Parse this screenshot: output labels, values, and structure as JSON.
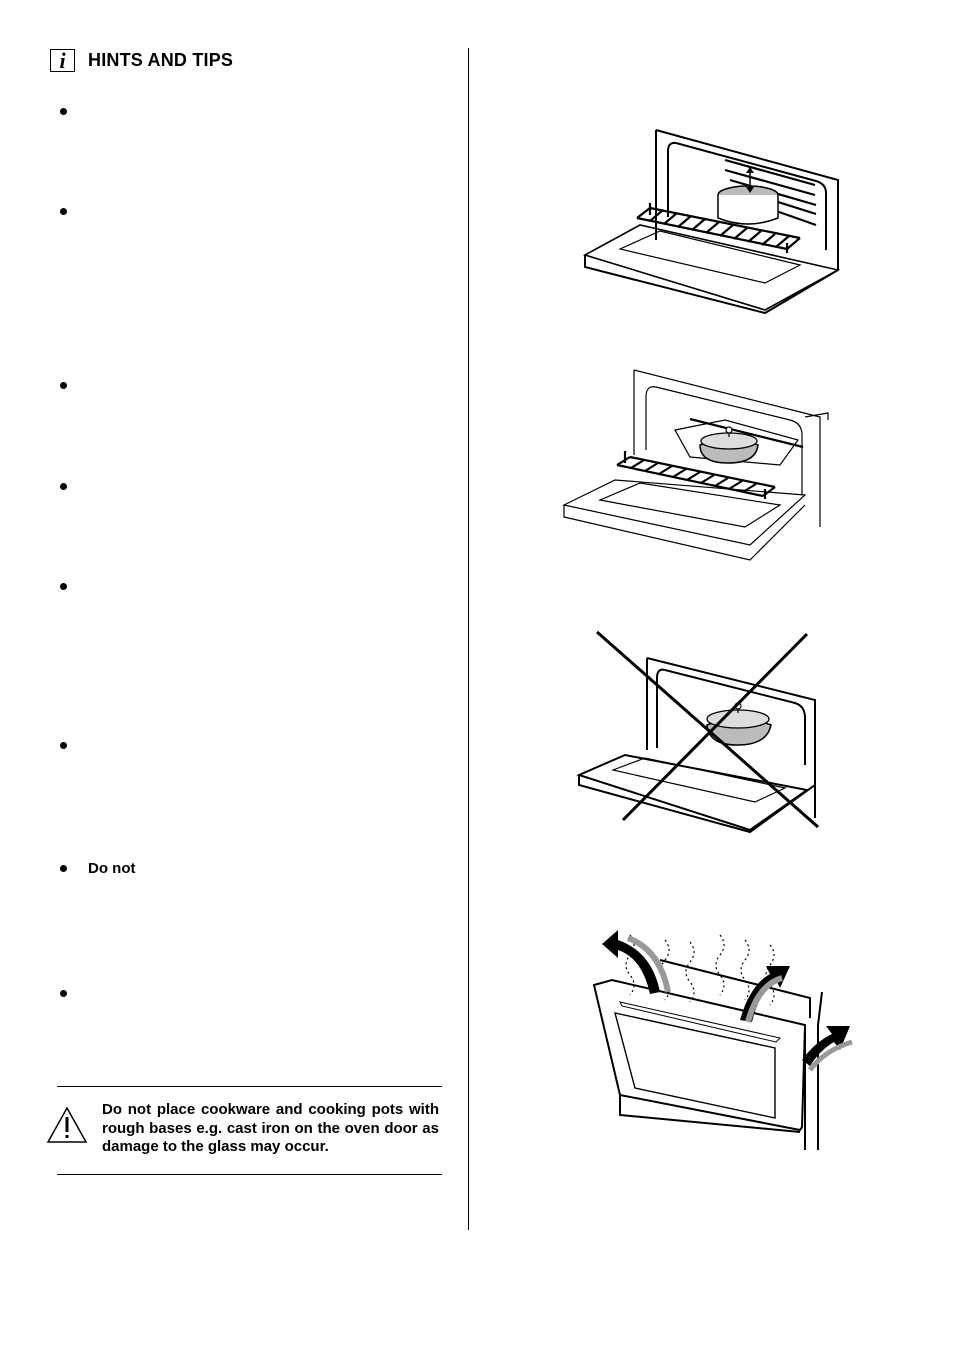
{
  "header": {
    "icon": "info-icon",
    "title": "HINTS AND TIPS"
  },
  "bullets": [
    {
      "text": ""
    },
    {
      "text": ""
    },
    {
      "text": ""
    },
    {
      "text": ""
    },
    {
      "text": ""
    },
    {
      "text": ""
    },
    {
      "text": "Do  not"
    },
    {
      "text": ""
    }
  ],
  "warning": {
    "icon": "warning-triangle-icon",
    "text": "Do not place cookware and cooking pots with rough bases e.g. cast iron on the oven door as damage to the glass may occur."
  },
  "figures": [
    {
      "name": "oven-pot-on-shelf-illustration"
    },
    {
      "name": "oven-casserole-on-shelf-illustration"
    },
    {
      "name": "casserole-on-open-door-crossed-illustration"
    },
    {
      "name": "door-steam-release-illustration"
    }
  ]
}
